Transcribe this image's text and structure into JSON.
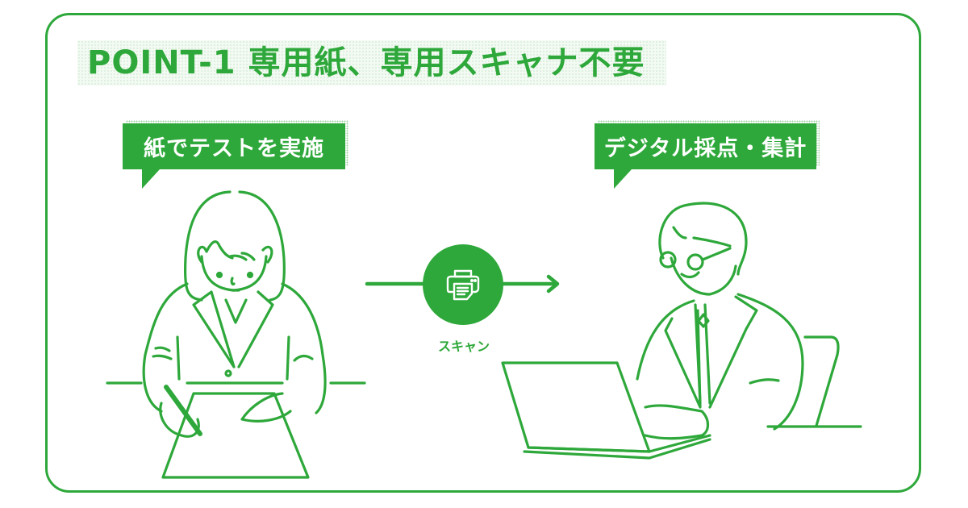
{
  "title": "POINT-1  専用紙、専用スキャナ不要",
  "left_panel": {
    "bubble_label": "紙でテストを実施",
    "illustration": "woman-writing-on-paper"
  },
  "flow": {
    "icon": "printer-scanner-icon",
    "label": "スキャン",
    "arrow": "arrow-right-icon"
  },
  "right_panel": {
    "bubble_label": "デジタル採点・集計",
    "illustration": "man-with-glasses-using-laptop"
  },
  "colors": {
    "accent": "#2ea83a",
    "title_bg": "#f3faf3",
    "background": "#ffffff"
  }
}
